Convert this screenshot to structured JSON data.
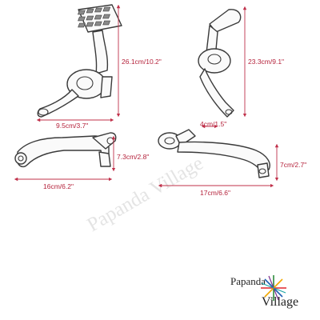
{
  "watermark": {
    "text": "Papanda Village"
  },
  "dimensions": {
    "brake_height": "26.1cm/10.2\"",
    "brake_width": "9.5cm/3.7\"",
    "shift_height": "23.3cm/9.1\"",
    "shift_width": "4cm/1.5\"",
    "left_arm_height": "7.3cm/2.8\"",
    "left_arm_length": "16cm/6.2\"",
    "right_arm_height": "7cm/2.7\"",
    "right_arm_length": "17cm/6.6\""
  },
  "logo": {
    "word1": "Papanda",
    "word2": "Village"
  },
  "colors": {
    "dimension": "#c0304a",
    "outline": "#3a3a3a",
    "background": "#ffffff"
  }
}
